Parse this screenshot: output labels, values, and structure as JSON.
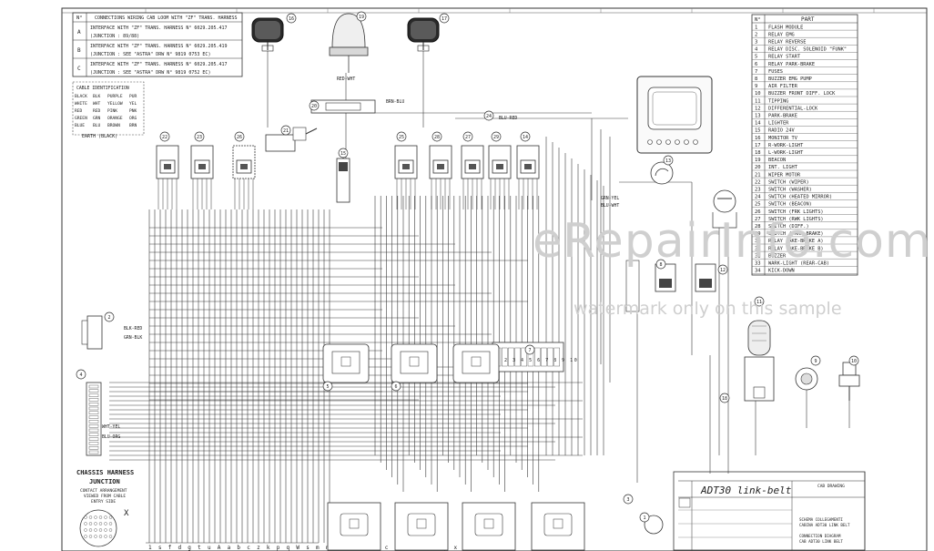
{
  "harness_table": {
    "header_n": "N°",
    "header_desc": "CONNECTIONS WIRING CAB LOOM WITH \"ZF\" TRANS. HARNESS",
    "rows": [
      {
        "id": "A",
        "line1": "INTERFACE WITH \"ZF\" TRANS. HARNESS N° 6029.205.417",
        "line2": "(JUNCTION : 89/88)"
      },
      {
        "id": "B",
        "line1": "INTERFACE WITH \"ZF\" TRANS. HARNESS N° 6029.205.419",
        "line2": "(JUNCTION : SEE \"ASTRA\" DRW N° 9819 0753 EC)"
      },
      {
        "id": "C",
        "line1": "INTERFACE WITH \"ZF\" TRANS. HARNESS N° 6029.205.417",
        "line2": "(JUNCTION : SEE \"ASTRA\" DRW N° 9819 0752 EC)"
      }
    ]
  },
  "cable_ident": {
    "title": "CABLE IDENTIFICATION",
    "rows": [
      [
        "BLACK",
        "BLK",
        "PURPLE",
        "PUR"
      ],
      [
        "WHITE",
        "WHT",
        "YELLOW",
        "YEL"
      ],
      [
        "RED",
        "RED",
        "PINK",
        "PNK"
      ],
      [
        "GREEN",
        "GRN",
        "ORANGE",
        "ORG"
      ],
      [
        "BLUE",
        "BLU",
        "BROWN",
        "BRN"
      ]
    ],
    "earth": "EARTH (BLACK)"
  },
  "parts": {
    "header_n": "N°",
    "header_part": "PART",
    "items": [
      {
        "n": "1",
        "name": "FLASH MODULE"
      },
      {
        "n": "2",
        "name": "RELAY EMG"
      },
      {
        "n": "3",
        "name": "RELAY REVERSE"
      },
      {
        "n": "4",
        "name": "RELAY DISC. SOLENOID \"FUNK\""
      },
      {
        "n": "5",
        "name": "RELAY START"
      },
      {
        "n": "6",
        "name": "RELAY PARK-BRAKE"
      },
      {
        "n": "7",
        "name": "FUSES"
      },
      {
        "n": "8",
        "name": "BUZZER EMG PUMP"
      },
      {
        "n": "9",
        "name": "AIR FILTER"
      },
      {
        "n": "10",
        "name": "BUZZER FRONT DIFF. LOCK"
      },
      {
        "n": "11",
        "name": "TIPPING"
      },
      {
        "n": "12",
        "name": "DIFFERENTIAL-LOCK"
      },
      {
        "n": "13",
        "name": "PARK-BRAKE"
      },
      {
        "n": "14",
        "name": "LIGHTER"
      },
      {
        "n": "15",
        "name": "RADIO 24V"
      },
      {
        "n": "16",
        "name": "MONITOR TV"
      },
      {
        "n": "17",
        "name": "R-WORK-LIGHT"
      },
      {
        "n": "18",
        "name": "L-WORK-LIGHT"
      },
      {
        "n": "19",
        "name": "BEACON"
      },
      {
        "n": "20",
        "name": "INT. LIGHT"
      },
      {
        "n": "21",
        "name": "WIPER MOTOR"
      },
      {
        "n": "22",
        "name": "SWITCH (WIPER)"
      },
      {
        "n": "23",
        "name": "SWITCH (WASHER)"
      },
      {
        "n": "24",
        "name": "SWITCH (HEATED MIRROR)"
      },
      {
        "n": "25",
        "name": "SWITCH (BEACON)"
      },
      {
        "n": "26",
        "name": "SWITCH (FRK LIGHTS)"
      },
      {
        "n": "27",
        "name": "SWITCH (RWK LIGHTS)"
      },
      {
        "n": "28",
        "name": "SWITCH (DIFF.)"
      },
      {
        "n": "29",
        "name": "SWITCH (PARK-BRAKE)"
      },
      {
        "n": "30",
        "name": "RELAY (AKE-BRAKE A)"
      },
      {
        "n": "31",
        "name": "RELAY (AKE-BRAKE B)"
      },
      {
        "n": "32",
        "name": "BUZZER"
      },
      {
        "n": "33",
        "name": "WARK-LIGHT (REAR-CAB)"
      },
      {
        "n": "34",
        "name": "KICK-DOWN"
      }
    ]
  },
  "chassis_junction": {
    "title1": "CHASSIS HARNESS",
    "title2": "JUNCTION",
    "note1": "CONTACT ARRANGEMENT",
    "note2": "VIEWED FROM CABLE",
    "note3": "ENTRY SIDE",
    "mark": "X"
  },
  "title_block": {
    "title": "ADT30 link-belt",
    "drawing_kind": "CAB DRAWING",
    "line_a": "SCHEMA COLLEGAMENTI",
    "line_b": "CABINA ADT30 LINK BELT",
    "line_c": "CONNECTION DIAGRAM",
    "line_d": "CAB ADT30 LINK BELT"
  },
  "bottom_strip": "1 s f d g t u A a b c z k p q W s m n o r k b f c l r t n a p x o s",
  "wire_labels": {
    "red_wht": "RED-WHT",
    "brn_blu": "BRN-BLU",
    "blu_red": "BLU-RED",
    "grn_yel": "GRN-YEL",
    "blu_wht": "BLU-WHT",
    "wht_yel": "WHT-YEL",
    "blu_org": "BLU-ORG",
    "grn_blk": "GRN-BLK",
    "blk_red": "BLK-RED"
  },
  "callouts": {
    "c16": "16",
    "c19": "19",
    "c17": "17",
    "c20": "20",
    "c21": "21",
    "c24": "24",
    "c22": "22",
    "c23": "23",
    "c26": "26",
    "c15": "15",
    "c25": "25",
    "c28": "28",
    "c27": "27",
    "c29": "29",
    "c14": "14",
    "c13": "13",
    "c11": "11",
    "c12": "12",
    "c2": "2",
    "c4": "4",
    "c5": "5",
    "c6": "6",
    "c7": "7",
    "c8": "8",
    "c9": "9",
    "c10": "10",
    "c18": "18",
    "c1": "1",
    "c3": "3"
  },
  "fuse_numbers": "1 2 3 4 5 6 7 8 9 10",
  "watermark": "eRepairInfo.com",
  "watermark_note": "watermark only on this sample"
}
